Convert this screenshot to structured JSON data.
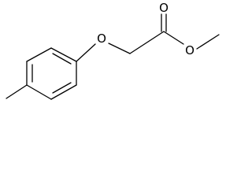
{
  "structure": {
    "atoms": {
      "ether_oxygen": "O",
      "carbonyl_oxygen": "O",
      "ester_oxygen": "O"
    }
  },
  "colors": {
    "bond": "#000000",
    "atom_label": "#000000",
    "background": "#ffffff"
  }
}
